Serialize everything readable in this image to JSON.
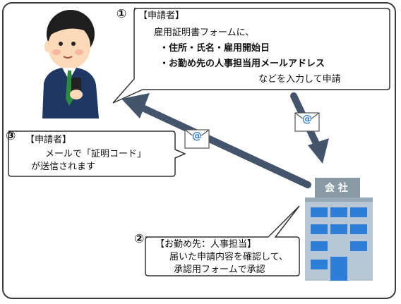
{
  "step1": {
    "number": "①",
    "header": "【申請者】",
    "line1": "雇用証明書フォームに、",
    "bullet1": "・住所・氏名・雇用開始日",
    "bullet2": "・お勤め先の人事担当用メールアドレス",
    "line_end": "などを入力して申請"
  },
  "step2": {
    "number": "②",
    "header": "【お勤め先：人事担当】",
    "line1": "届いた申請内容を確認して、",
    "line2": "承認用フォームで承認"
  },
  "step3": {
    "number": "③",
    "header": "【申請者】",
    "line1": "メールで「証明コード」",
    "line2": "が送信されます"
  },
  "company": {
    "sign": "会 社"
  },
  "mail": {
    "symbol": "@"
  },
  "colors": {
    "arrow": "#44546a",
    "building": "#9fb3c2",
    "window": "#2e7dd6",
    "suit": "#1f3763"
  }
}
